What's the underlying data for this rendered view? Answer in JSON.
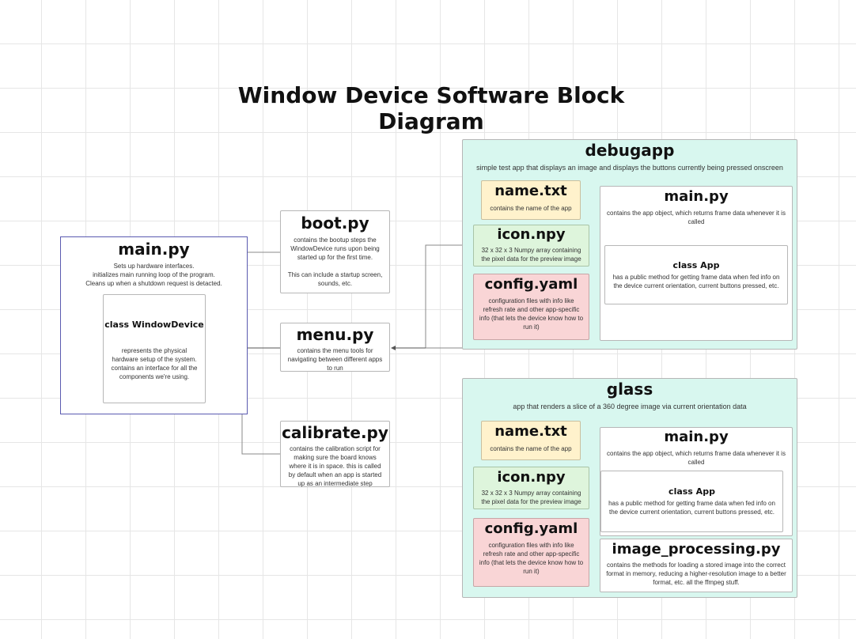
{
  "title": "Window Device Software Block Diagram",
  "main": {
    "title": "main.py",
    "desc": "Sets up hardware interfaces.\ninitializes main running loop of the program.\nCleans up when a shutdown request is detacted.",
    "class_title": "class WindowDevice",
    "class_desc": "represents the physical hardware setup of the system. contains an interface for all the components we're using."
  },
  "boot": {
    "title": "boot.py",
    "desc": "contains the bootup steps the WindowDevice runs upon being started up for the first time.\n\nThis can include a startup screen, sounds, etc."
  },
  "menu": {
    "title": "menu.py",
    "desc": "contains the menu tools for navigating between different apps to run"
  },
  "calibrate": {
    "title": "calibrate.py",
    "desc": "contains the calibration script for making sure the board knows where it is in space. this is called by default when an app is started up as an intermediate step"
  },
  "debugapp": {
    "title": "debugapp",
    "desc": "simple test app that displays an image and displays the buttons currently being pressed onscreen",
    "name_title": "name.txt",
    "name_desc": "contains the name of the app",
    "icon_title": "icon.npy",
    "icon_desc": "32 x 32 x 3  Numpy array containing the pixel data for the preview image",
    "config_title": "config.yaml",
    "config_desc": "configuration files with info like refresh rate and other app-specific info (that lets the device know how to run it)",
    "main_title": "main.py",
    "main_desc": "contains the app object, which returns frame data whenever it is called",
    "class_title": "class App",
    "class_desc": "has a public method for getting frame data when fed info on the device current orientation, current buttons pressed, etc."
  },
  "glass": {
    "title": "glass",
    "desc": "app that renders a slice of a 360 degree image via current orientation data",
    "name_title": "name.txt",
    "name_desc": "contains the name of the app",
    "icon_title": "icon.npy",
    "icon_desc": "32 x 32 x 3  Numpy array containing the pixel data for the preview image",
    "config_title": "config.yaml",
    "config_desc": "configuration files with info like refresh rate and other app-specific info (that lets the device know how to run it)",
    "main_title": "main.py",
    "main_desc": "contains the app object, which returns frame data whenever it is called",
    "class_title": "class App",
    "class_desc": "has a public method for getting frame data when fed info on the device current orientation, current buttons pressed, etc.",
    "imgproc_title": "image_processing.py",
    "imgproc_desc": "contains the methods for loading a stored image into the correct format in memory, reducing a higher-resolution image to a better format, etc. all the ffmpeg stuff."
  },
  "colors": {
    "group_fill": "#d8f7ef",
    "name_fill": "#fff2cc",
    "icon_fill": "#def5dc",
    "config_fill": "#f9d5d6",
    "main_border": "#5a5ab0"
  }
}
